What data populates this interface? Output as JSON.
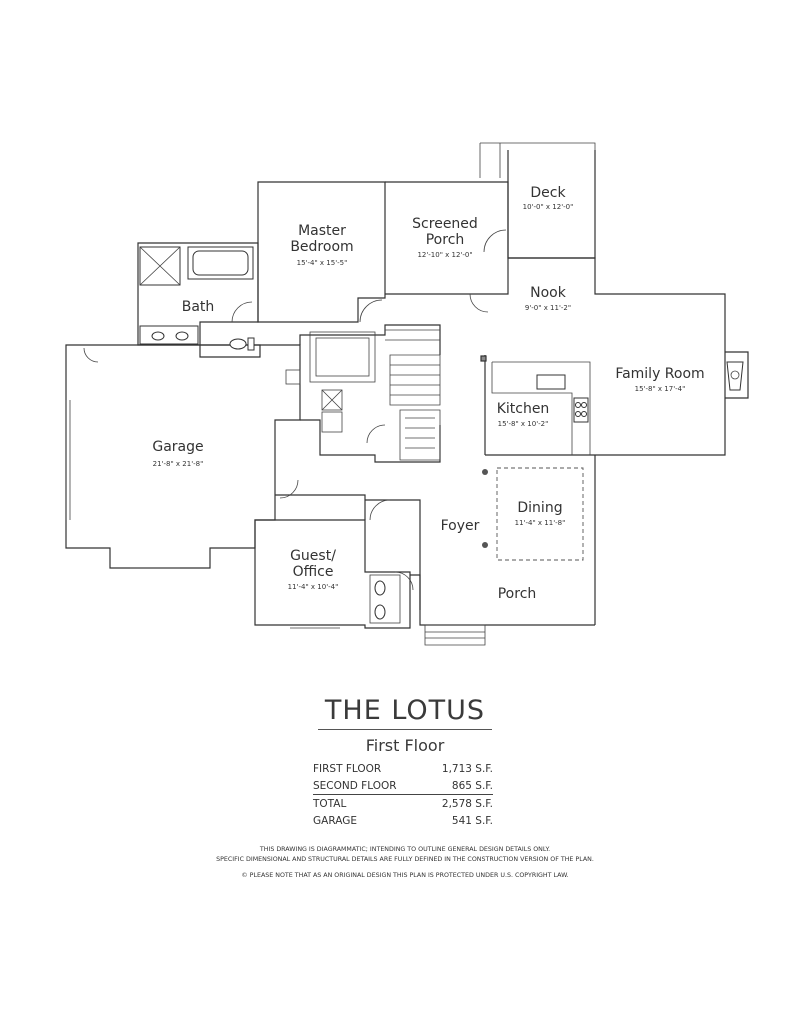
{
  "plan_name": "THE LOTUS",
  "floor_name": "First Floor",
  "rooms": {
    "master": {
      "name_1": "Master",
      "name_2": "Bedroom",
      "dim": "15'-4\" x 15'-5\""
    },
    "screened": {
      "name_1": "Screened",
      "name_2": "Porch",
      "dim": "12'-10\" x 12'-0\""
    },
    "deck": {
      "name": "Deck",
      "dim": "10'-0\" x 12'-0\""
    },
    "bath": {
      "name": "Bath"
    },
    "nook": {
      "name": "Nook",
      "dim": "9'-0\" x 11'-2\""
    },
    "family": {
      "name": "Family Room",
      "dim": "15'-8\" x 17'-4\""
    },
    "kitchen": {
      "name": "Kitchen",
      "dim": "15'-8\" x 10'-2\""
    },
    "garage": {
      "name": "Garage",
      "dim": "21'-8\" x 21'-8\""
    },
    "dining": {
      "name": "Dining",
      "dim": "11'-4\" x 11'-8\""
    },
    "foyer": {
      "name": "Foyer"
    },
    "guest": {
      "name_1": "Guest/",
      "name_2": "Office",
      "dim": "11'-4\" x 10'-4\""
    },
    "porch": {
      "name": "Porch"
    }
  },
  "square_footage": [
    {
      "label": "FIRST FLOOR",
      "value": "1,713 S.F."
    },
    {
      "label": "SECOND FLOOR",
      "value": "865 S.F."
    },
    {
      "label": "TOTAL",
      "value": "2,578 S.F."
    },
    {
      "label": "GARAGE",
      "value": "541 S.F."
    }
  ],
  "notes": {
    "line_1": "THIS DRAWING IS DIAGRAMMATIC; INTENDING TO OUTLINE GENERAL DESIGN DETAILS ONLY.",
    "line_2": "SPECIFIC DIMENSIONAL AND STRUCTURAL DETAILS ARE FULLY DEFINED IN THE CONSTRUCTION VERSION OF THE PLAN.",
    "copyright_symbol": "©",
    "copyright": "PLEASE NOTE THAT AS AN ORIGINAL DESIGN THIS PLAN IS PROTECTED UNDER U.S. COPYRIGHT LAW."
  }
}
